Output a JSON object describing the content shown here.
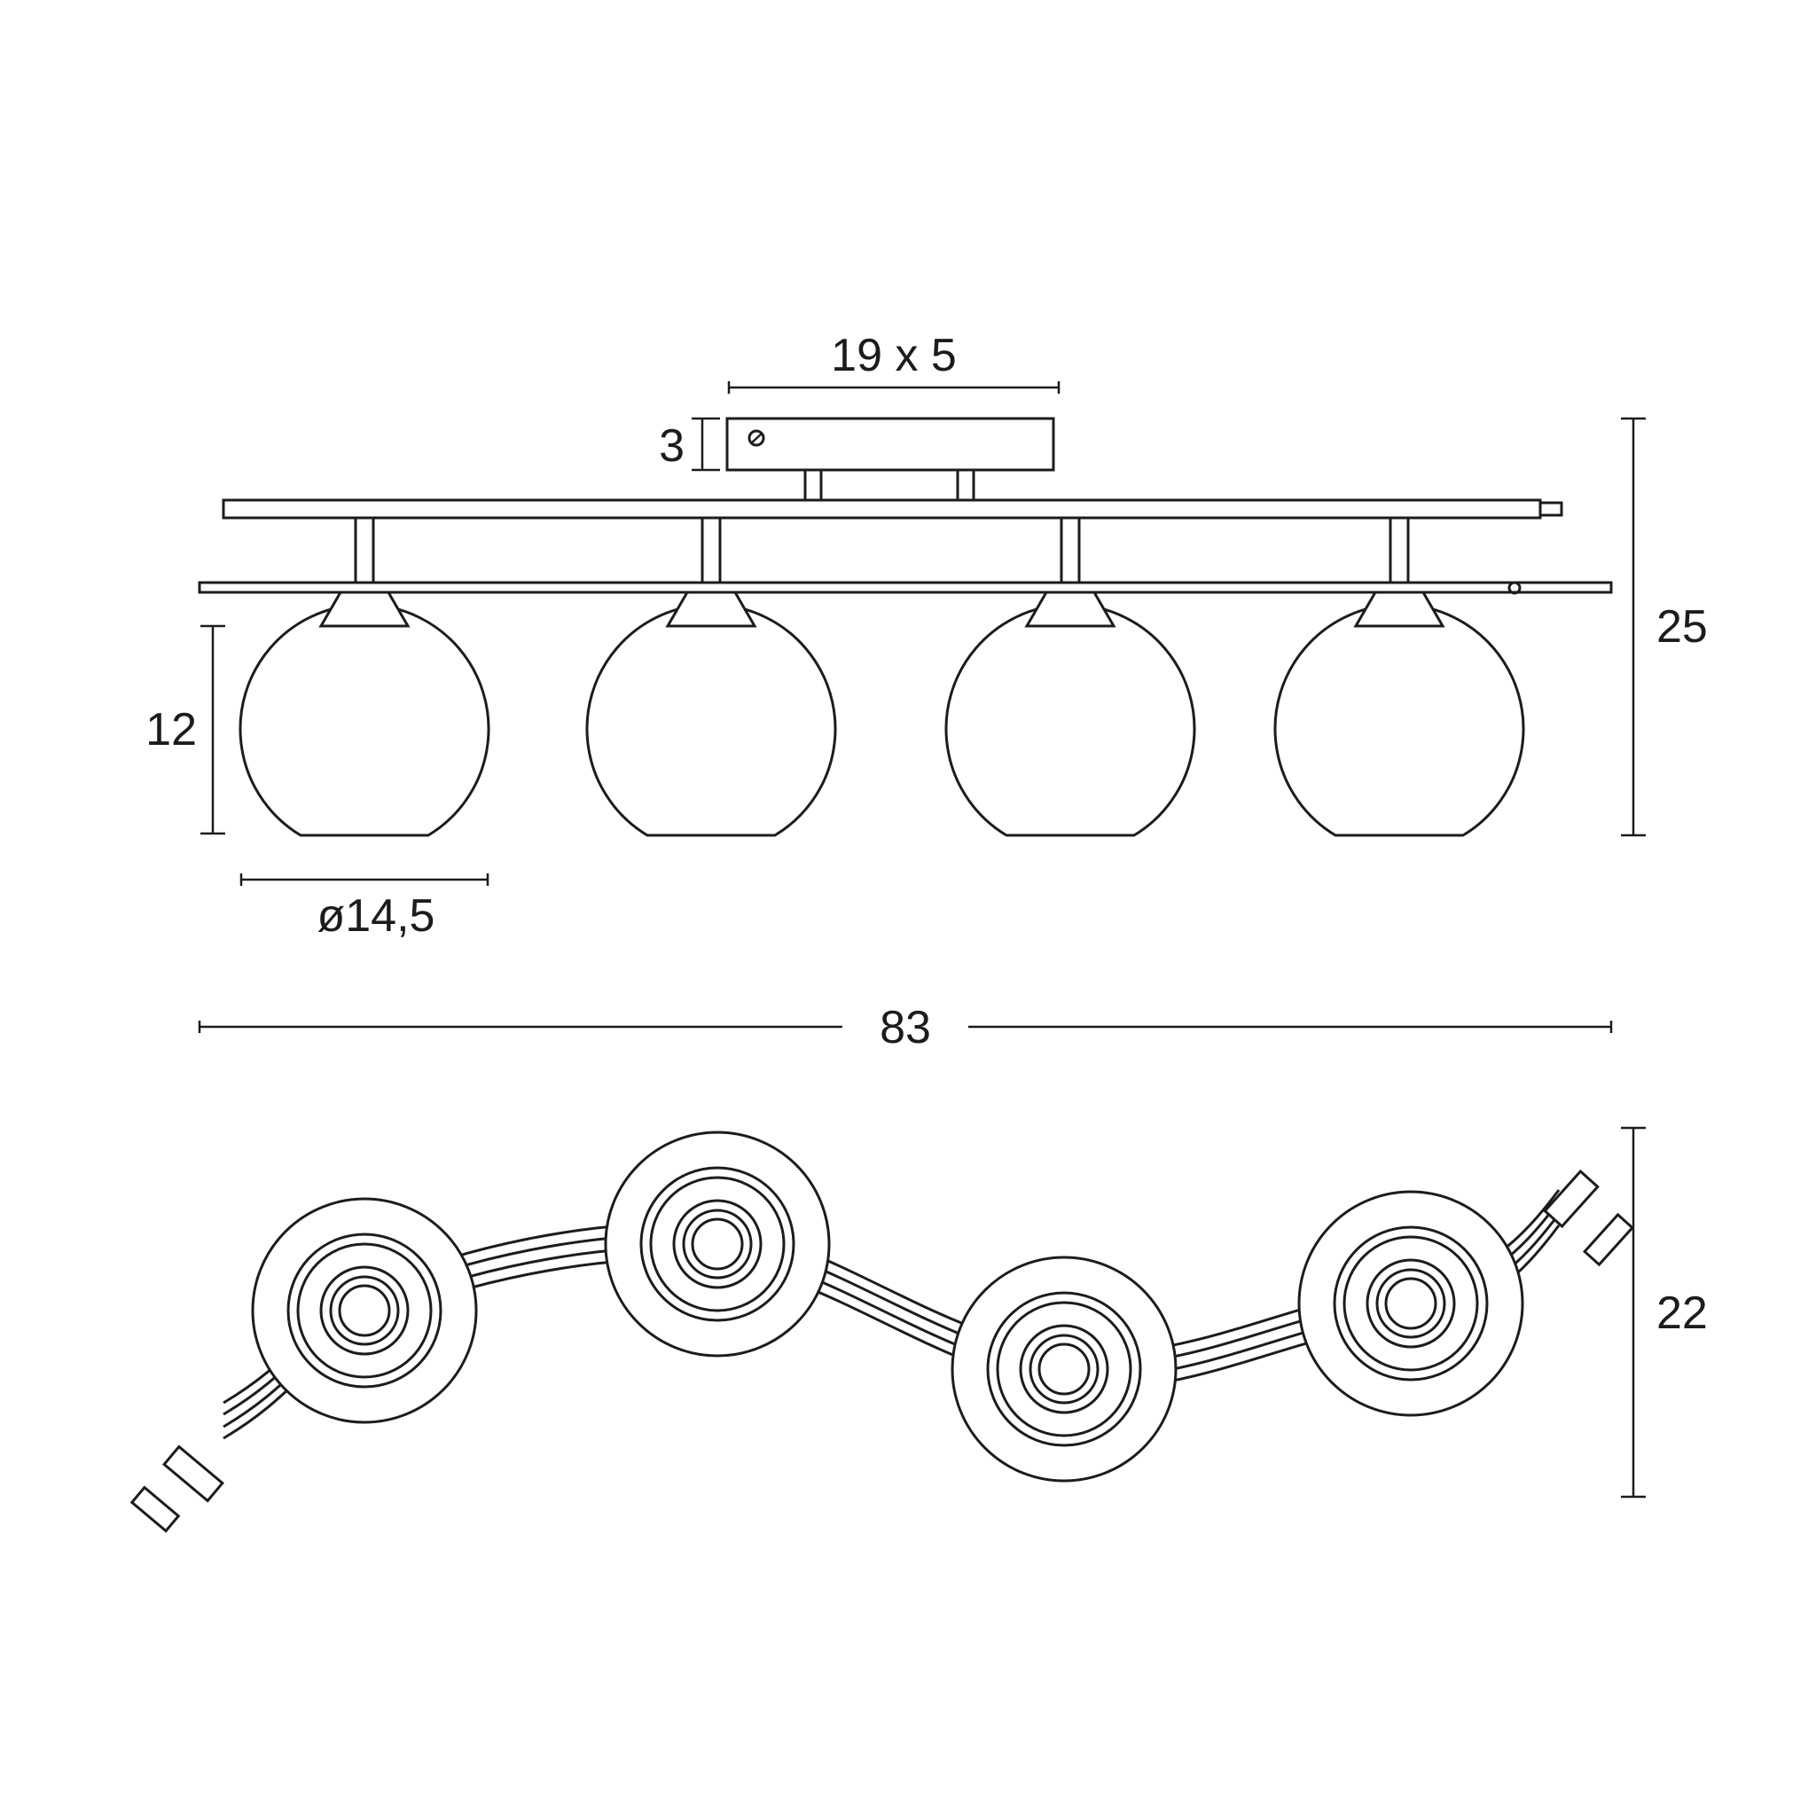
{
  "colors": {
    "background": "#ffffff",
    "line": "#1c1c1c"
  },
  "diagram": {
    "type": "technical-dimension-drawing",
    "labels": {
      "canopy_size": "19 x 5",
      "canopy_height": "3",
      "total_height": "25",
      "shade_height": "12",
      "shade_diameter": "ø14,5",
      "overall_width": "83",
      "overall_depth": "22"
    }
  }
}
